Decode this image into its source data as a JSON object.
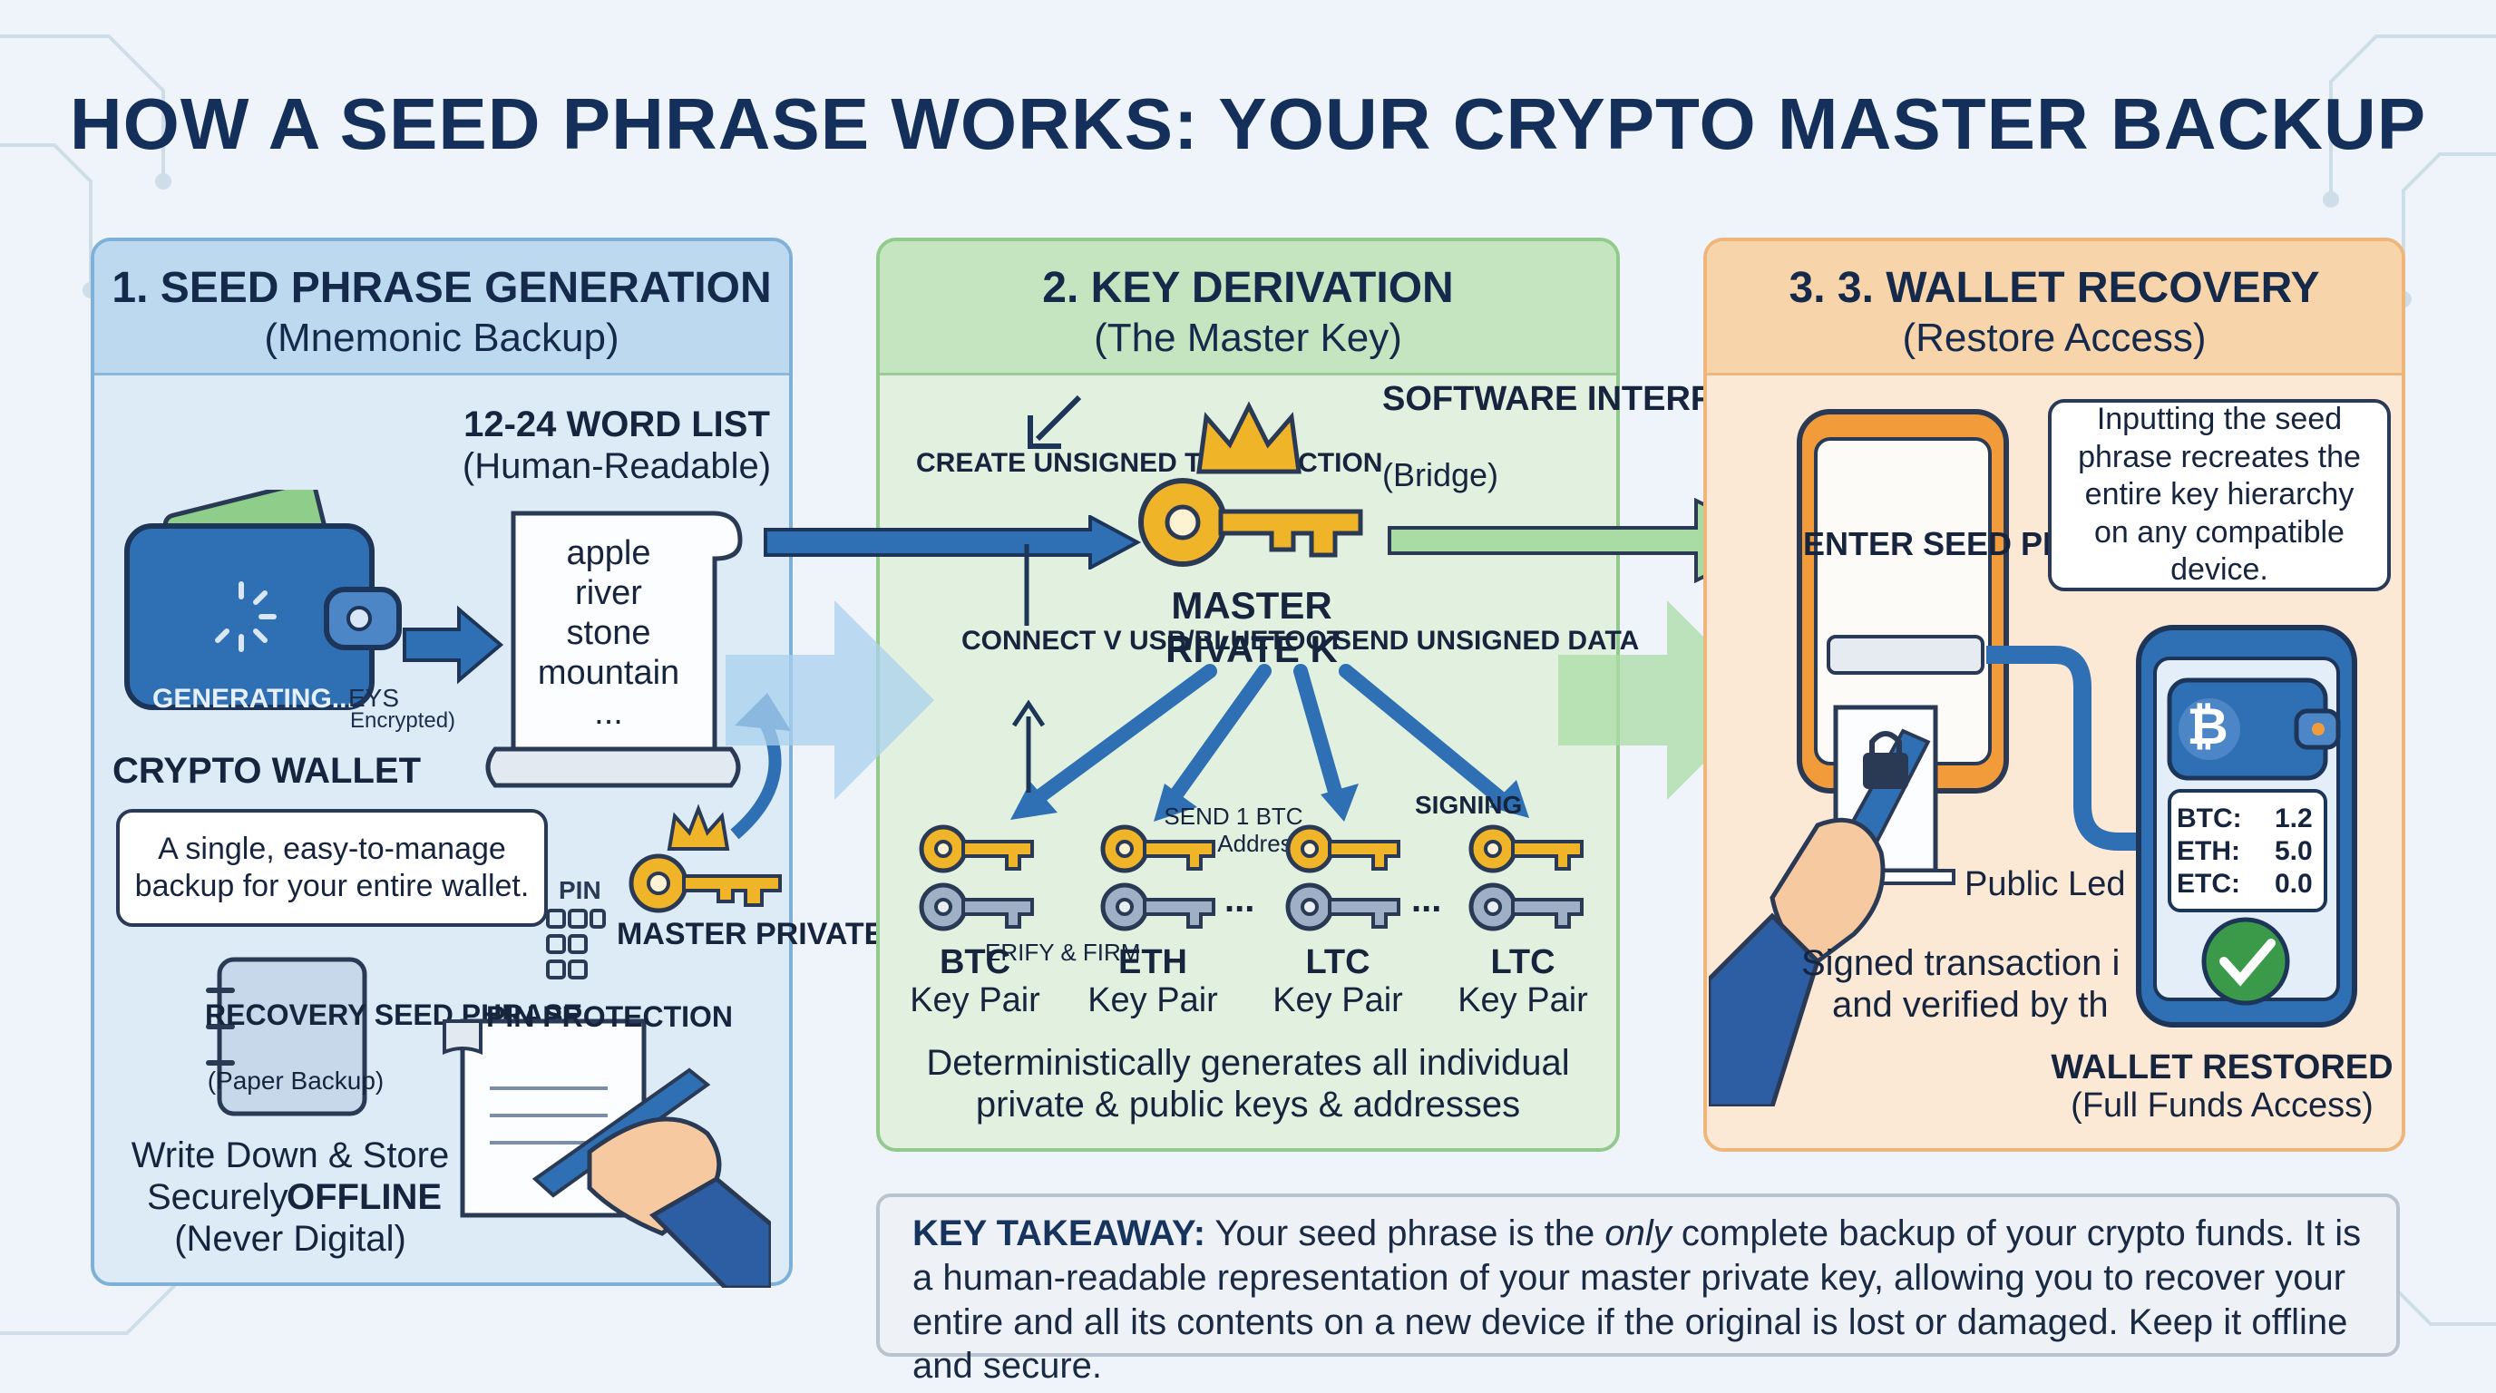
{
  "title": "HOW A SEED PHRASE WORKS: YOUR CRYPTO MASTER BACKUP",
  "panel1": {
    "title": "1. SEED PHRASE GENERATION",
    "subtitle": "(Mnemonic Backup)",
    "word_list_title": "12-24 WORD LIST",
    "word_list_sub": "(Human-Readable)",
    "words": [
      "apple",
      "river",
      "stone",
      "mountain",
      "..."
    ],
    "wallet_status": "GENERATING...",
    "eys": "EYS",
    "encrypted": "Encrypted)",
    "wallet_label": "CRYPTO WALLET",
    "bubble": "A single, easy-to-manage backup for your entire wallet.",
    "pin": "PIN",
    "master_key": "MASTER PRIVATE KEY",
    "recovery": "RECOVERY SEED PHRASE",
    "paper_backup": "(Paper Backup)",
    "pin_protection": "PIN PROTECTION",
    "write_down_1": "Write Down & Store",
    "write_down_2": "Securely",
    "offline": "OFFLINE",
    "never_digital": "(Never Digital)"
  },
  "panel2": {
    "title": "2. KEY DERIVATION",
    "subtitle": "(The Master Key)",
    "create_unsigned": "CREATE UNSIGNED TRANSACTION",
    "software_interface": "SOFTWARE INTERFACE",
    "bridge": "(Bridge)",
    "master_private_key_1": "MASTER",
    "master_private_key_2": "RIVATE K",
    "connect": "CONNECT V USB/BLUETOOT",
    "send_unsigned": "SEND UNSIGNED DATA",
    "send_btc": "SEND 1 BTC",
    "address": "Address",
    "signing": "SIGNING",
    "verify": "ERIFY & FIRM",
    "key_pairs": [
      {
        "coin": "BTC",
        "label": "Key Pair"
      },
      {
        "coin": "ETH",
        "label": "Key Pair"
      },
      {
        "coin": "LTC",
        "label": "Key Pair"
      },
      {
        "coin": "LTC",
        "label": "Key Pair"
      }
    ],
    "ellipsis": "...",
    "footer_1": "Deterministically generates all individual",
    "footer_2": "private & public keys & addresses"
  },
  "panel3": {
    "title": "3.  3. WALLET RECOVERY",
    "subtitle": "(Restore Access)",
    "enter_seed": "ENTER SEED PHRASE",
    "bubble": "Inputting the seed phrase recreates the entire key hierarchy on any compatible device.",
    "public_led": "Public Led",
    "signed_1": "Signed transaction i",
    "signed_2": "and verified by th",
    "balances": [
      {
        "coin": "BTC:",
        "amount": "1.2"
      },
      {
        "coin": "ETH:",
        "amount": "5.0"
      },
      {
        "coin": "ETC:",
        "amount": "0.0"
      }
    ],
    "btc_symbol": "₿",
    "wallet_restored": "WALLET RESTORED",
    "full_access": "(Full Funds Access)"
  },
  "takeaway": {
    "label": "KEY TAKEAWAY:",
    "text_1": " Your seed phrase is the ",
    "only": "only",
    "text_2": " complete backup of your crypto funds. It is a human-readable representation of your master private key, allowing you to recover your entire and all its contents on a new device if the original is lost or damaged. Keep it offline and secure."
  },
  "colors": {
    "navy": "#14305a",
    "blue": "#2f6fb4",
    "gold": "#f0b429",
    "green": "#3a9a4a",
    "orange": "#f29b3a"
  }
}
